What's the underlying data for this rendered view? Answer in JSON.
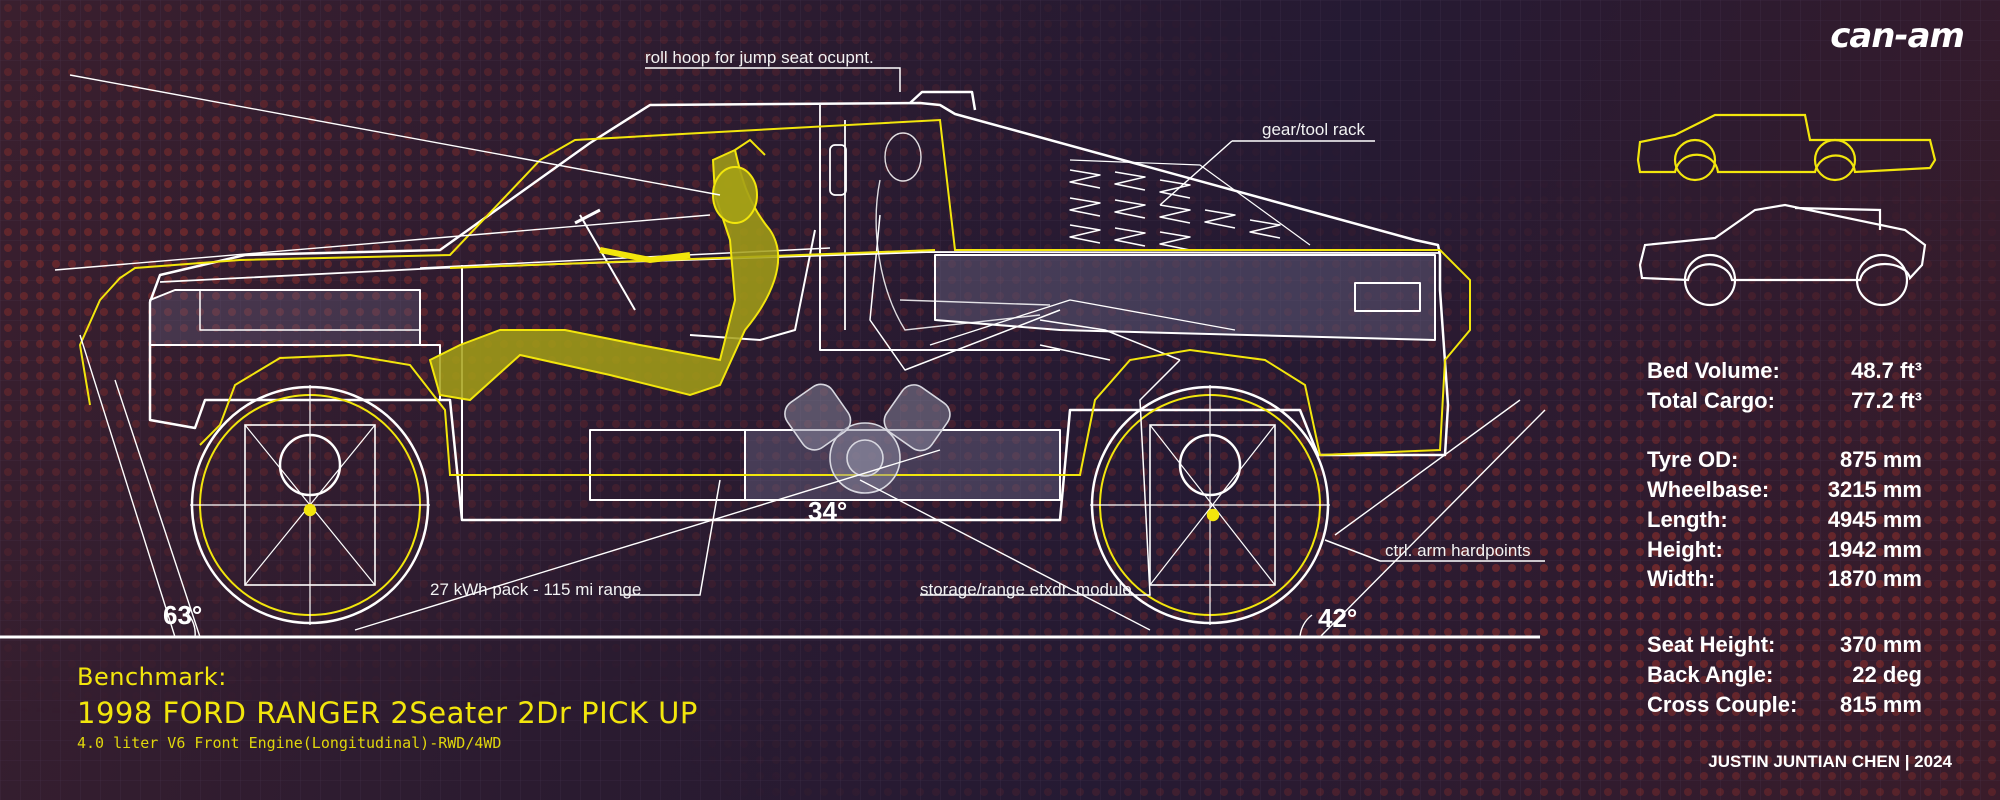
{
  "brand": "can-am",
  "callouts": {
    "roll_hoop": "roll hoop for jump seat ocupnt.",
    "gear_rack": "gear/tool rack",
    "battery": "27 kWh pack - 115 mi range",
    "storage": "storage/range etxdr. module",
    "ctrl_arm": "ctrl. arm hardpoints"
  },
  "angles": {
    "approach": "63°",
    "breakover": "34°",
    "departure": "42°"
  },
  "benchmark": {
    "label": "Benchmark:",
    "title": "1998 FORD RANGER 2Seater 2Dr PICK UP",
    "subtitle": "4.0 liter V6 Front Engine(Longitudinal)-RWD/4WD"
  },
  "specs": {
    "group1": [
      {
        "key": "Bed Volume:",
        "value": "48.7 ft³"
      },
      {
        "key": "Total Cargo:",
        "value": "77.2 ft³"
      }
    ],
    "group2": [
      {
        "key": "Tyre OD:",
        "value": "875 mm"
      },
      {
        "key": "Wheelbase:",
        "value": "3215 mm"
      },
      {
        "key": "Length:",
        "value": "4945 mm"
      },
      {
        "key": "Height:",
        "value": "1942 mm"
      },
      {
        "key": "Width:",
        "value": "1870 mm"
      }
    ],
    "group3": [
      {
        "key": "Seat Height:",
        "value": "370 mm"
      },
      {
        "key": "Back Angle:",
        "value": "22 deg"
      },
      {
        "key": "Cross Couple:",
        "value": "815 mm"
      }
    ]
  },
  "credit": "JUSTIN JUNTIAN CHEN | 2024",
  "colors": {
    "background": "#2b1b30",
    "accent_yellow": "#f2e60c",
    "line_white": "#ffffff",
    "halftone_red": "#a8352a"
  }
}
